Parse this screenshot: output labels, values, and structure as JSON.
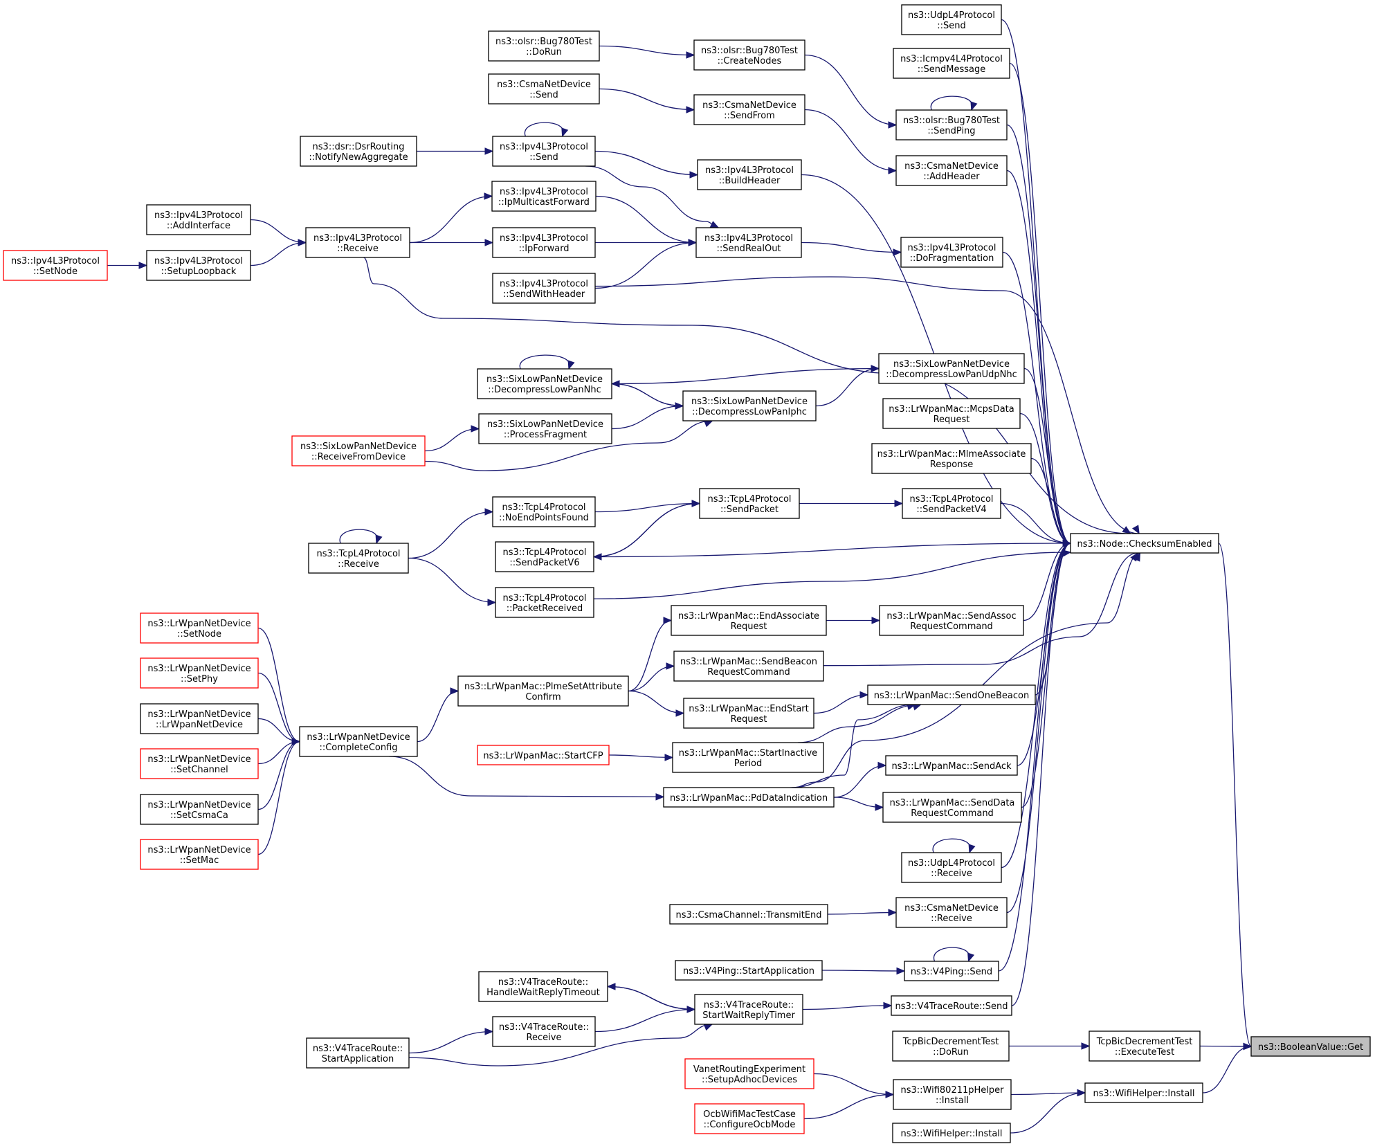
{
  "graph": {
    "colors": {
      "edge": "#191970",
      "normal_border": "#000000",
      "red_border": "#ff0000",
      "target_fill": "#bfbfbf"
    },
    "nodes": {
      "booleanvalue_get": {
        "lines": [
          "ns3::BooleanValue::Get"
        ],
        "style": "target"
      },
      "checksumenabled": {
        "lines": [
          "ns3::Node::ChecksumEnabled"
        ]
      },
      "udpl4_send": {
        "lines": [
          "ns3::UdpL4Protocol",
          "::Send"
        ]
      },
      "icmpv4_sendmessage": {
        "lines": [
          "ns3::Icmpv4L4Protocol",
          "::SendMessage"
        ]
      },
      "bug780_sendping": {
        "lines": [
          "ns3::olsr::Bug780Test",
          "::SendPing"
        ]
      },
      "csma_addheader": {
        "lines": [
          "ns3::CsmaNetDevice",
          "::AddHeader"
        ]
      },
      "ipv4l3_dofragmentation": {
        "lines": [
          "ns3::Ipv4L3Protocol",
          "::DoFragmentation"
        ]
      },
      "sixlowpan_decompressudpnhc": {
        "lines": [
          "ns3::SixLowPanNetDevice",
          "::DecompressLowPanUdpNhc"
        ]
      },
      "lrwpanmac_mcpsdatarequest": {
        "lines": [
          "ns3::LrWpanMac::McpsData",
          "Request"
        ]
      },
      "lrwpanmac_mlmeassociateresponse": {
        "lines": [
          "ns3::LrWpanMac::MlmeAssociate",
          "Response"
        ]
      },
      "tcpl4_sendpacketv4": {
        "lines": [
          "ns3::TcpL4Protocol",
          "::SendPacketV4"
        ]
      },
      "lrwpanmac_sendassocrequestcommand": {
        "lines": [
          "ns3::LrWpanMac::SendAssoc",
          "RequestCommand"
        ]
      },
      "lrwpanmac_sendonebeacon": {
        "lines": [
          "ns3::LrWpanMac::SendOneBeacon"
        ]
      },
      "lrwpanmac_sendack": {
        "lines": [
          "ns3::LrWpanMac::SendAck"
        ]
      },
      "lrwpanmac_senddatarequestcommand": {
        "lines": [
          "ns3::LrWpanMac::SendData",
          "RequestCommand"
        ]
      },
      "udpl4_receive": {
        "lines": [
          "ns3::UdpL4Protocol",
          "::Receive"
        ]
      },
      "csma_receive": {
        "lines": [
          "ns3::CsmaNetDevice",
          "::Receive"
        ]
      },
      "v4ping_send": {
        "lines": [
          "ns3::V4Ping::Send"
        ]
      },
      "v4traceroute_send": {
        "lines": [
          "ns3::V4TraceRoute::Send"
        ]
      },
      "bug780_donrun": {
        "lines": [
          "ns3::olsr::Bug780Test",
          "::DoRun"
        ]
      },
      "bug780_createnodes": {
        "lines": [
          "ns3::olsr::Bug780Test",
          "::CreateNodes"
        ]
      },
      "csma_send": {
        "lines": [
          "ns3::CsmaNetDevice",
          "::Send"
        ]
      },
      "csma_sendfrom": {
        "lines": [
          "ns3::CsmaNetDevice",
          "::SendFrom"
        ]
      },
      "dsr_notifynewaggregate": {
        "lines": [
          "ns3::dsr::DsrRouting",
          "::NotifyNewAggregate"
        ]
      },
      "ipv4l3_send": {
        "lines": [
          "ns3::Ipv4L3Protocol",
          "::Send"
        ]
      },
      "ipv4l3_buildheader": {
        "lines": [
          "ns3::Ipv4L3Protocol",
          "::BuildHeader"
        ]
      },
      "ipv4l3_ipmulticastforward": {
        "lines": [
          "ns3::Ipv4L3Protocol",
          "::IpMulticastForward"
        ]
      },
      "ipv4l3_addinterface": {
        "lines": [
          "ns3::Ipv4L3Protocol",
          "::AddInterface"
        ]
      },
      "ipv4l3_receive": {
        "lines": [
          "ns3::Ipv4L3Protocol",
          "::Receive"
        ]
      },
      "ipv4l3_ipforward": {
        "lines": [
          "ns3::Ipv4L3Protocol",
          "::IpForward"
        ]
      },
      "ipv4l3_sendrealout": {
        "lines": [
          "ns3::Ipv4L3Protocol",
          "::SendRealOut"
        ]
      },
      "ipv4l3_setnode": {
        "lines": [
          "ns3::Ipv4L3Protocol",
          "::SetNode"
        ],
        "style": "red"
      },
      "ipv4l3_setuploopback": {
        "lines": [
          "ns3::Ipv4L3Protocol",
          "::SetupLoopback"
        ]
      },
      "ipv4l3_sendwithheader": {
        "lines": [
          "ns3::Ipv4L3Protocol",
          "::SendWithHeader"
        ]
      },
      "sixlowpan_decompressnhc": {
        "lines": [
          "ns3::SixLowPanNetDevice",
          "::DecompressLowPanNhc"
        ]
      },
      "sixlowpan_decompressiphc": {
        "lines": [
          "ns3::SixLowPanNetDevice",
          "::DecompressLowPanIphc"
        ]
      },
      "sixlowpan_processfragment": {
        "lines": [
          "ns3::SixLowPanNetDevice",
          "::ProcessFragment"
        ]
      },
      "sixlowpan_receivefromdevice": {
        "lines": [
          "ns3::SixLowPanNetDevice",
          "::ReceiveFromDevice"
        ],
        "style": "red"
      },
      "tcpl4_noendpointsfound": {
        "lines": [
          "ns3::TcpL4Protocol",
          "::NoEndPointsFound"
        ]
      },
      "tcpl4_sendpacket": {
        "lines": [
          "ns3::TcpL4Protocol",
          "::SendPacket"
        ]
      },
      "tcpl4_receive": {
        "lines": [
          "ns3::TcpL4Protocol",
          "::Receive"
        ]
      },
      "tcpl4_sendpacketv6": {
        "lines": [
          "ns3::TcpL4Protocol",
          "::SendPacketV6"
        ]
      },
      "tcpl4_packetreceived": {
        "lines": [
          "ns3::TcpL4Protocol",
          "::PacketReceived"
        ]
      },
      "lrwpannet_setnode": {
        "lines": [
          "ns3::LrWpanNetDevice",
          "::SetNode"
        ],
        "style": "red"
      },
      "lrwpannet_setphy": {
        "lines": [
          "ns3::LrWpanNetDevice",
          "::SetPhy"
        ],
        "style": "red"
      },
      "lrwpannet_ctor": {
        "lines": [
          "ns3::LrWpanNetDevice",
          "::LrWpanNetDevice"
        ]
      },
      "lrwpannet_setchannel": {
        "lines": [
          "ns3::LrWpanNetDevice",
          "::SetChannel"
        ],
        "style": "red"
      },
      "lrwpannet_setcsmaca": {
        "lines": [
          "ns3::LrWpanNetDevice",
          "::SetCsmaCa"
        ]
      },
      "lrwpannet_setmac": {
        "lines": [
          "ns3::LrWpanNetDevice",
          "::SetMac"
        ],
        "style": "red"
      },
      "lrwpannet_completeconfig": {
        "lines": [
          "ns3::LrWpanNetDevice",
          "::CompleteConfig"
        ]
      },
      "lrwpanmac_plmesetattributeconfirm": {
        "lines": [
          "ns3::LrWpanMac::PlmeSetAttribute",
          "Confirm"
        ]
      },
      "lrwpanmac_endassociaterequest": {
        "lines": [
          "ns3::LrWpanMac::EndAssociate",
          "Request"
        ]
      },
      "lrwpanmac_sendbeaconrequestcommand": {
        "lines": [
          "ns3::LrWpanMac::SendBeacon",
          "RequestCommand"
        ]
      },
      "lrwpanmac_endstartrequest": {
        "lines": [
          "ns3::LrWpanMac::EndStart",
          "Request"
        ]
      },
      "lrwpanmac_startcfp": {
        "lines": [
          "ns3::LrWpanMac::StartCFP"
        ],
        "style": "red"
      },
      "lrwpanmac_startinactiveperiod": {
        "lines": [
          "ns3::LrWpanMac::StartInactive",
          "Period"
        ]
      },
      "lrwpanmac_pddataindication": {
        "lines": [
          "ns3::LrWpanMac::PdDataIndication"
        ]
      },
      "csmachannel_transmitend": {
        "lines": [
          "ns3::CsmaChannel::TransmitEnd"
        ]
      },
      "v4ping_startapplication": {
        "lines": [
          "ns3::V4Ping::StartApplication"
        ]
      },
      "v4traceroute_handlewaitreplytimeout": {
        "lines": [
          "ns3::V4TraceRoute::",
          "HandleWaitReplyTimeout"
        ]
      },
      "v4traceroute_startwaitreplytimer": {
        "lines": [
          "ns3::V4TraceRoute::",
          "StartWaitReplyTimer"
        ]
      },
      "v4traceroute_receive": {
        "lines": [
          "ns3::V4TraceRoute::",
          "Receive"
        ]
      },
      "v4traceroute_startapplication": {
        "lines": [
          "ns3::V4TraceRoute::",
          "StartApplication"
        ]
      },
      "tcpbic_dorun": {
        "lines": [
          "TcpBicDecrementTest",
          "::DoRun"
        ]
      },
      "tcpbic_executetest": {
        "lines": [
          "TcpBicDecrementTest",
          "::ExecuteTest"
        ]
      },
      "vanet_setupadhocdevices": {
        "lines": [
          "VanetRoutingExperiment",
          "::SetupAdhocDevices"
        ],
        "style": "red"
      },
      "wifi80211p_install": {
        "lines": [
          "ns3::Wifi80211pHelper",
          "::Install"
        ]
      },
      "ocbwifimac_configureocbmode": {
        "lines": [
          "OcbWifiMacTestCase",
          "::ConfigureOcbMode"
        ],
        "style": "red"
      },
      "wifihelper_install": {
        "lines": [
          "ns3::WifiHelper::Install"
        ]
      },
      "wifihelper_install2": {
        "lines": [
          "ns3::WifiHelper::Install"
        ]
      }
    },
    "edges": [
      [
        "checksumenabled",
        "booleanvalue_get"
      ],
      [
        "tcpbic_executetest",
        "booleanvalue_get"
      ],
      [
        "wifihelper_install",
        "booleanvalue_get"
      ],
      [
        "udpl4_send",
        "checksumenabled"
      ],
      [
        "icmpv4_sendmessage",
        "checksumenabled"
      ],
      [
        "bug780_sendping",
        "checksumenabled"
      ],
      [
        "csma_addheader",
        "checksumenabled"
      ],
      [
        "ipv4l3_buildheader",
        "checksumenabled"
      ],
      [
        "ipv4l3_dofragmentation",
        "checksumenabled"
      ],
      [
        "ipv4l3_sendwithheader",
        "checksumenabled"
      ],
      [
        "ipv4l3_receive",
        "checksumenabled"
      ],
      [
        "sixlowpan_decompressudpnhc",
        "checksumenabled"
      ],
      [
        "lrwpanmac_mcpsdatarequest",
        "checksumenabled"
      ],
      [
        "lrwpanmac_mlmeassociateresponse",
        "checksumenabled"
      ],
      [
        "tcpl4_sendpacketv4",
        "checksumenabled"
      ],
      [
        "tcpl4_sendpacketv6",
        "checksumenabled"
      ],
      [
        "tcpl4_packetreceived",
        "checksumenabled"
      ],
      [
        "lrwpanmac_sendassocrequestcommand",
        "checksumenabled"
      ],
      [
        "lrwpanmac_sendbeaconrequestcommand",
        "checksumenabled"
      ],
      [
        "lrwpanmac_sendonebeacon",
        "checksumenabled"
      ],
      [
        "lrwpanmac_pddataindication",
        "checksumenabled"
      ],
      [
        "lrwpanmac_sendack",
        "checksumenabled"
      ],
      [
        "lrwpanmac_senddatarequestcommand",
        "checksumenabled"
      ],
      [
        "udpl4_receive",
        "checksumenabled"
      ],
      [
        "csma_receive",
        "checksumenabled"
      ],
      [
        "v4ping_send",
        "checksumenabled"
      ],
      [
        "v4traceroute_send",
        "checksumenabled"
      ],
      [
        "bug780_donrun",
        "bug780_createnodes"
      ],
      [
        "bug780_createnodes",
        "bug780_sendping"
      ],
      [
        "bug780_sendping",
        "bug780_sendping"
      ],
      [
        "csma_send",
        "csma_sendfrom"
      ],
      [
        "csma_sendfrom",
        "csma_addheader"
      ],
      [
        "dsr_notifynewaggregate",
        "ipv4l3_send"
      ],
      [
        "ipv4l3_send",
        "ipv4l3_send"
      ],
      [
        "ipv4l3_send",
        "ipv4l3_buildheader"
      ],
      [
        "ipv4l3_send",
        "ipv4l3_sendrealout"
      ],
      [
        "ipv4l3_ipmulticastforward",
        "ipv4l3_sendrealout"
      ],
      [
        "ipv4l3_ipforward",
        "ipv4l3_sendrealout"
      ],
      [
        "ipv4l3_sendwithheader",
        "ipv4l3_sendrealout"
      ],
      [
        "ipv4l3_sendrealout",
        "ipv4l3_dofragmentation"
      ],
      [
        "ipv4l3_receive",
        "ipv4l3_ipmulticastforward"
      ],
      [
        "ipv4l3_receive",
        "ipv4l3_ipforward"
      ],
      [
        "ipv4l3_addinterface",
        "ipv4l3_receive"
      ],
      [
        "ipv4l3_setuploopback",
        "ipv4l3_receive"
      ],
      [
        "ipv4l3_setnode",
        "ipv4l3_setuploopback"
      ],
      [
        "sixlowpan_decompressnhc",
        "sixlowpan_decompressnhc"
      ],
      [
        "sixlowpan_decompressnhc",
        "sixlowpan_decompressudpnhc"
      ],
      [
        "sixlowpan_decompressnhc",
        "sixlowpan_decompressiphc"
      ],
      [
        "sixlowpan_decompressiphc",
        "sixlowpan_decompressnhc"
      ],
      [
        "sixlowpan_decompressiphc",
        "sixlowpan_decompressudpnhc"
      ],
      [
        "sixlowpan_processfragment",
        "sixlowpan_decompressiphc"
      ],
      [
        "sixlowpan_receivefromdevice",
        "sixlowpan_processfragment"
      ],
      [
        "sixlowpan_receivefromdevice",
        "sixlowpan_decompressiphc"
      ],
      [
        "tcpl4_noendpointsfound",
        "tcpl4_sendpacket"
      ],
      [
        "tcpl4_sendpacket",
        "tcpl4_sendpacketv4"
      ],
      [
        "tcpl4_sendpacket",
        "tcpl4_sendpacketv6"
      ],
      [
        "tcpl4_sendpacketv6",
        "tcpl4_sendpacket"
      ],
      [
        "tcpl4_receive",
        "tcpl4_receive"
      ],
      [
        "tcpl4_receive",
        "tcpl4_noendpointsfound"
      ],
      [
        "tcpl4_receive",
        "tcpl4_packetreceived"
      ],
      [
        "lrwpannet_setnode",
        "lrwpannet_completeconfig"
      ],
      [
        "lrwpannet_setphy",
        "lrwpannet_completeconfig"
      ],
      [
        "lrwpannet_ctor",
        "lrwpannet_completeconfig"
      ],
      [
        "lrwpannet_setchannel",
        "lrwpannet_completeconfig"
      ],
      [
        "lrwpannet_setcsmaca",
        "lrwpannet_completeconfig"
      ],
      [
        "lrwpannet_setmac",
        "lrwpannet_completeconfig"
      ],
      [
        "lrwpannet_completeconfig",
        "lrwpanmac_plmesetattributeconfirm"
      ],
      [
        "lrwpannet_completeconfig",
        "lrwpanmac_pddataindication"
      ],
      [
        "lrwpanmac_plmesetattributeconfirm",
        "lrwpanmac_endassociaterequest"
      ],
      [
        "lrwpanmac_plmesetattributeconfirm",
        "lrwpanmac_sendbeaconrequestcommand"
      ],
      [
        "lrwpanmac_plmesetattributeconfirm",
        "lrwpanmac_endstartrequest"
      ],
      [
        "lrwpanmac_endassociaterequest",
        "lrwpanmac_sendassocrequestcommand"
      ],
      [
        "lrwpanmac_endstartrequest",
        "lrwpanmac_sendonebeacon"
      ],
      [
        "lrwpanmac_startinactiveperiod",
        "lrwpanmac_sendonebeacon"
      ],
      [
        "lrwpanmac_startcfp",
        "lrwpanmac_startinactiveperiod"
      ],
      [
        "lrwpanmac_pddataindication",
        "lrwpanmac_sendonebeacon"
      ],
      [
        "lrwpanmac_pddataindication",
        "lrwpanmac_sendack"
      ],
      [
        "lrwpanmac_pddataindication",
        "lrwpanmac_senddatarequestcommand"
      ],
      [
        "udpl4_receive",
        "udpl4_receive"
      ],
      [
        "csmachannel_transmitend",
        "csma_receive"
      ],
      [
        "v4ping_startapplication",
        "v4ping_send"
      ],
      [
        "v4ping_send",
        "v4ping_send"
      ],
      [
        "v4traceroute_startwaitreplytimer",
        "v4traceroute_send"
      ],
      [
        "v4traceroute_startwaitreplytimer",
        "v4traceroute_handlewaitreplytimeout"
      ],
      [
        "v4traceroute_handlewaitreplytimeout",
        "v4traceroute_startwaitreplytimer"
      ],
      [
        "v4traceroute_receive",
        "v4traceroute_startwaitreplytimer"
      ],
      [
        "v4traceroute_startapplication",
        "v4traceroute_receive"
      ],
      [
        "v4traceroute_startapplication",
        "v4traceroute_startwaitreplytimer"
      ],
      [
        "tcpbic_dorun",
        "tcpbic_executetest"
      ],
      [
        "wifi80211p_install",
        "wifihelper_install"
      ],
      [
        "vanet_setupadhocdevices",
        "wifi80211p_install"
      ],
      [
        "ocbwifimac_configureocbmode",
        "wifi80211p_install"
      ],
      [
        "wifihelper_install2",
        "wifihelper_install"
      ]
    ]
  }
}
